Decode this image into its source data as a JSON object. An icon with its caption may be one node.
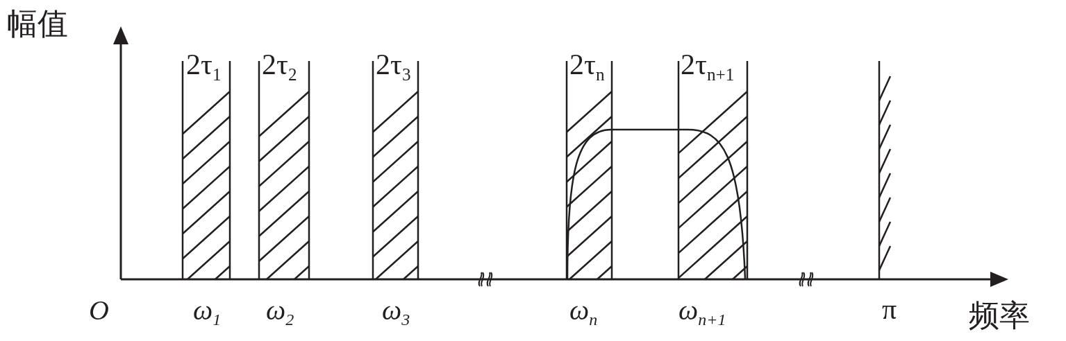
{
  "diagram": {
    "labels": [
      "幅值",
      "2τ$_{1}$",
      "2τ$_{2}$",
      "2τ$_{3}$",
      "2τ$_{n}$",
      "2τ$_{n+1}$",
      "O",
      "ω$_{1}$",
      "ω$_{2}$",
      "ω$_{3}$",
      "ω$_{n}$",
      "ω$_{n+1}$",
      "π",
      "频率"
    ]
  }
}
